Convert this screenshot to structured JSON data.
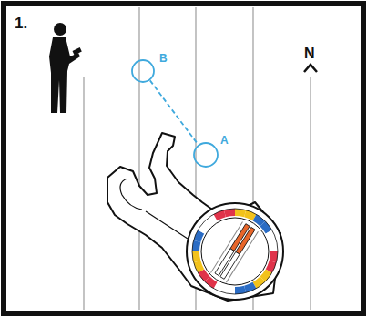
{
  "diagram": {
    "nodes": [
      {
        "text": [
          "B"
        ]
      },
      {
        "text": [
          "A"
        ]
      }
    ],
    "edges": [
      {
        "from": 0,
        "to": 1,
        "arrow": "none"
      }
    ],
    "labels": [
      "1.",
      "N"
    ]
  }
}
